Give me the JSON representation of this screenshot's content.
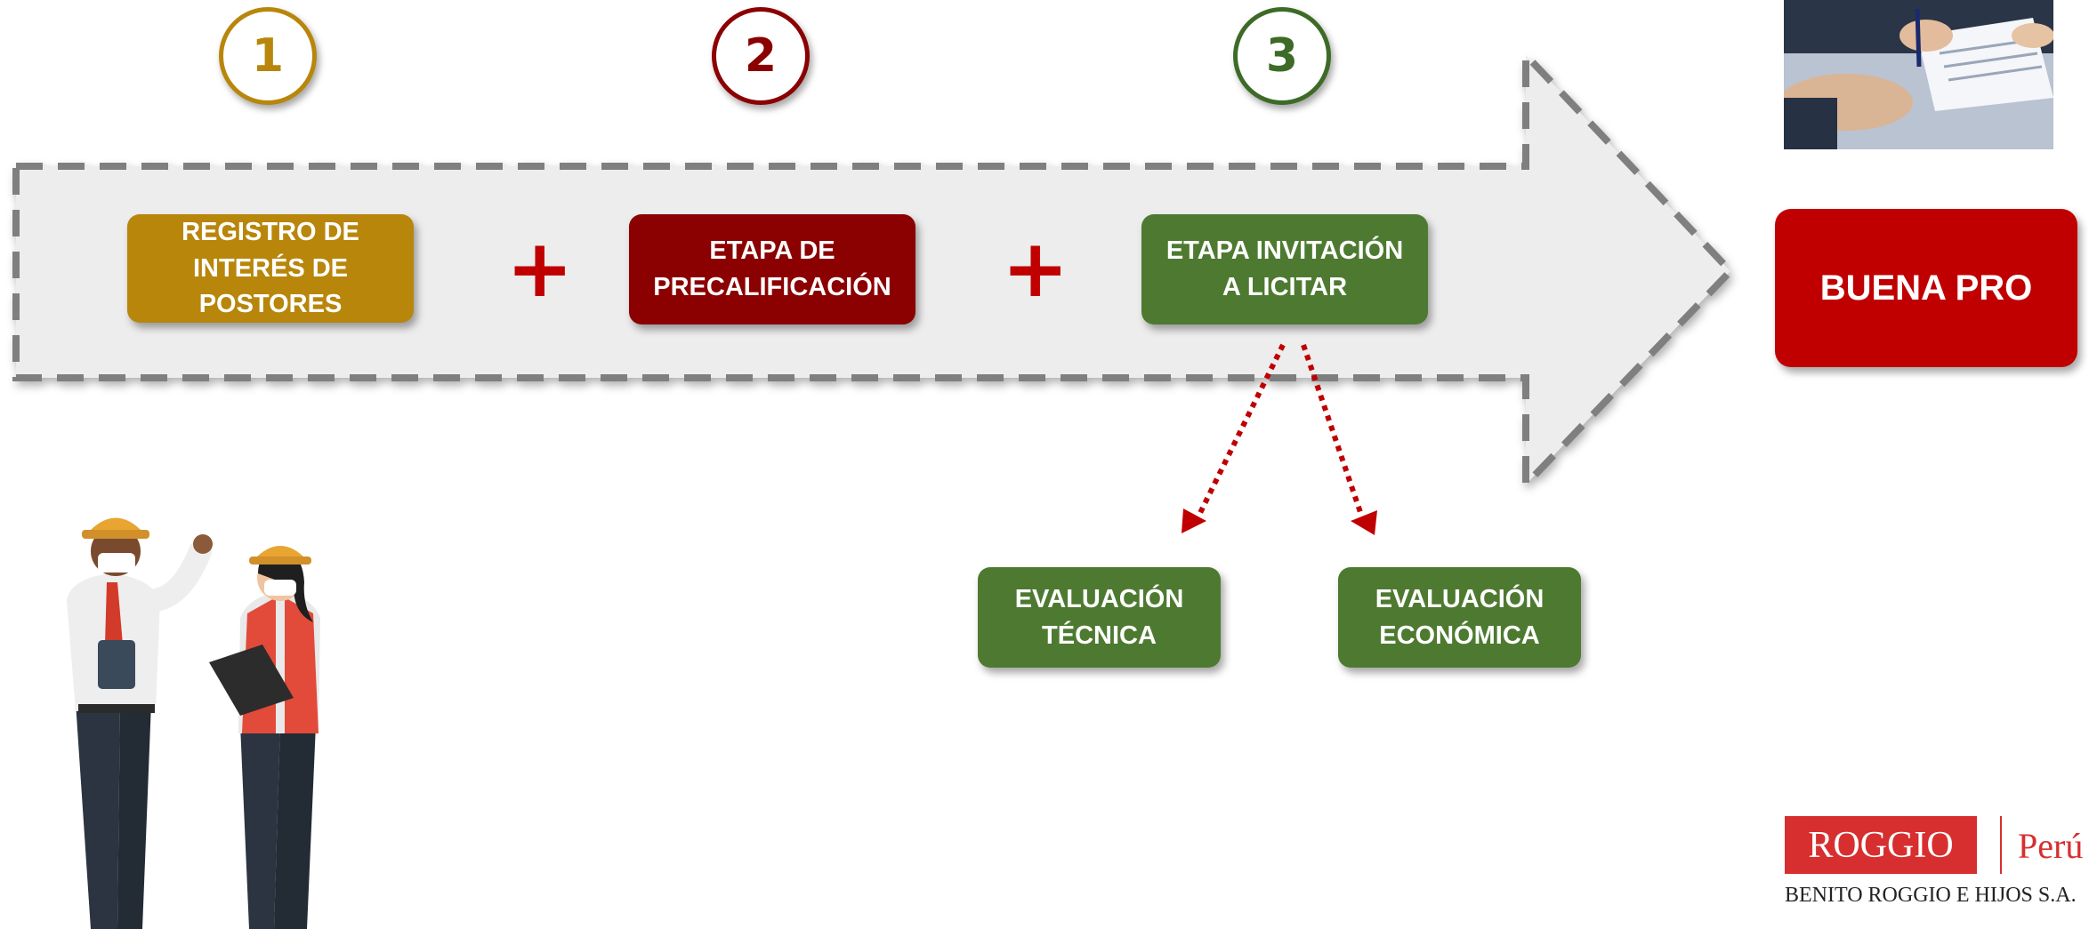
{
  "steps": [
    {
      "number": "1",
      "label": "REGISTRO DE INTERÉS DE POSTORES",
      "color": "#b8860b"
    },
    {
      "number": "2",
      "label": "ETAPA DE PRECALIFICACIÓN",
      "color": "#8b0000"
    },
    {
      "number": "3",
      "label": "ETAPA INVITACIÓN A LICITAR",
      "color": "#4d7a30"
    }
  ],
  "operators": [
    "+",
    "+"
  ],
  "sub_steps": [
    {
      "label": "EVALUACIÓN TÉCNICA"
    },
    {
      "label": "EVALUACIÓN ECONÓMICA"
    }
  ],
  "result": {
    "label": "BUENA PRO",
    "color": "#c00000"
  },
  "logo": {
    "brand": "ROGGIO",
    "country": "Perú",
    "company": "BENITO ROGGIO E HIJOS S.A."
  },
  "colors": {
    "arrow_fill": "#ededed",
    "arrow_border": "#7f7f7f",
    "connector": "#c00000"
  }
}
